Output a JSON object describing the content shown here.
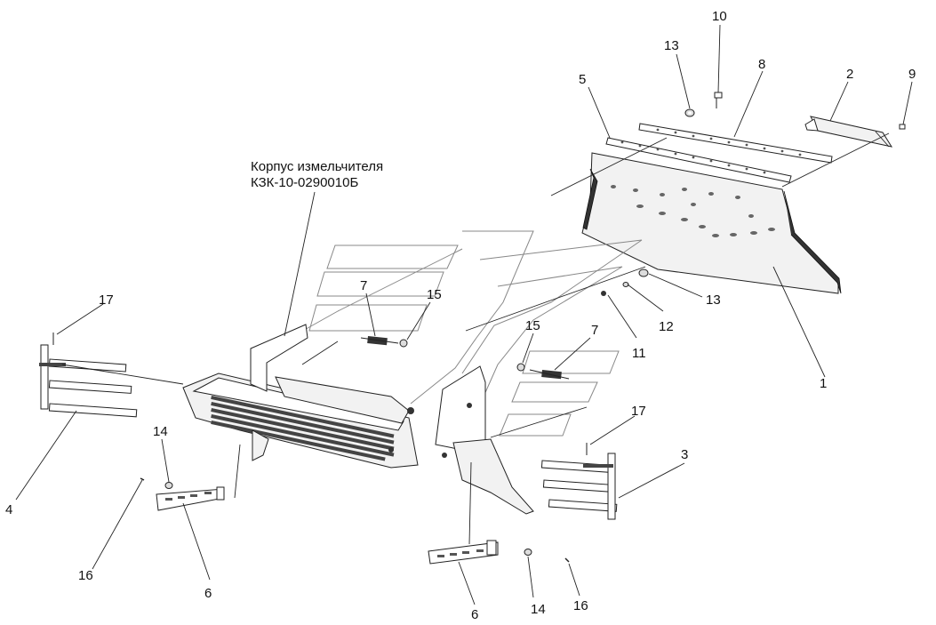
{
  "assembly_caption": {
    "line1": "Корпус измельчителя",
    "line2": "КЗК-10-0290010Б"
  },
  "callouts": [
    {
      "id": "c1",
      "text": "1"
    },
    {
      "id": "c2",
      "text": "2"
    },
    {
      "id": "c3",
      "text": "3"
    },
    {
      "id": "c4",
      "text": "4"
    },
    {
      "id": "c5",
      "text": "5"
    },
    {
      "id": "c6a",
      "text": "6"
    },
    {
      "id": "c6b",
      "text": "6"
    },
    {
      "id": "c7a",
      "text": "7"
    },
    {
      "id": "c7b",
      "text": "7"
    },
    {
      "id": "c8",
      "text": "8"
    },
    {
      "id": "c9",
      "text": "9"
    },
    {
      "id": "c10",
      "text": "10"
    },
    {
      "id": "c11",
      "text": "11"
    },
    {
      "id": "c12",
      "text": "12"
    },
    {
      "id": "c13a",
      "text": "13"
    },
    {
      "id": "c13b",
      "text": "13"
    },
    {
      "id": "c14a",
      "text": "14"
    },
    {
      "id": "c14b",
      "text": "14"
    },
    {
      "id": "c15a",
      "text": "15"
    },
    {
      "id": "c15b",
      "text": "15"
    },
    {
      "id": "c16a",
      "text": "16"
    },
    {
      "id": "c16b",
      "text": "16"
    },
    {
      "id": "c17a",
      "text": "17"
    },
    {
      "id": "c17b",
      "text": "17"
    }
  ]
}
